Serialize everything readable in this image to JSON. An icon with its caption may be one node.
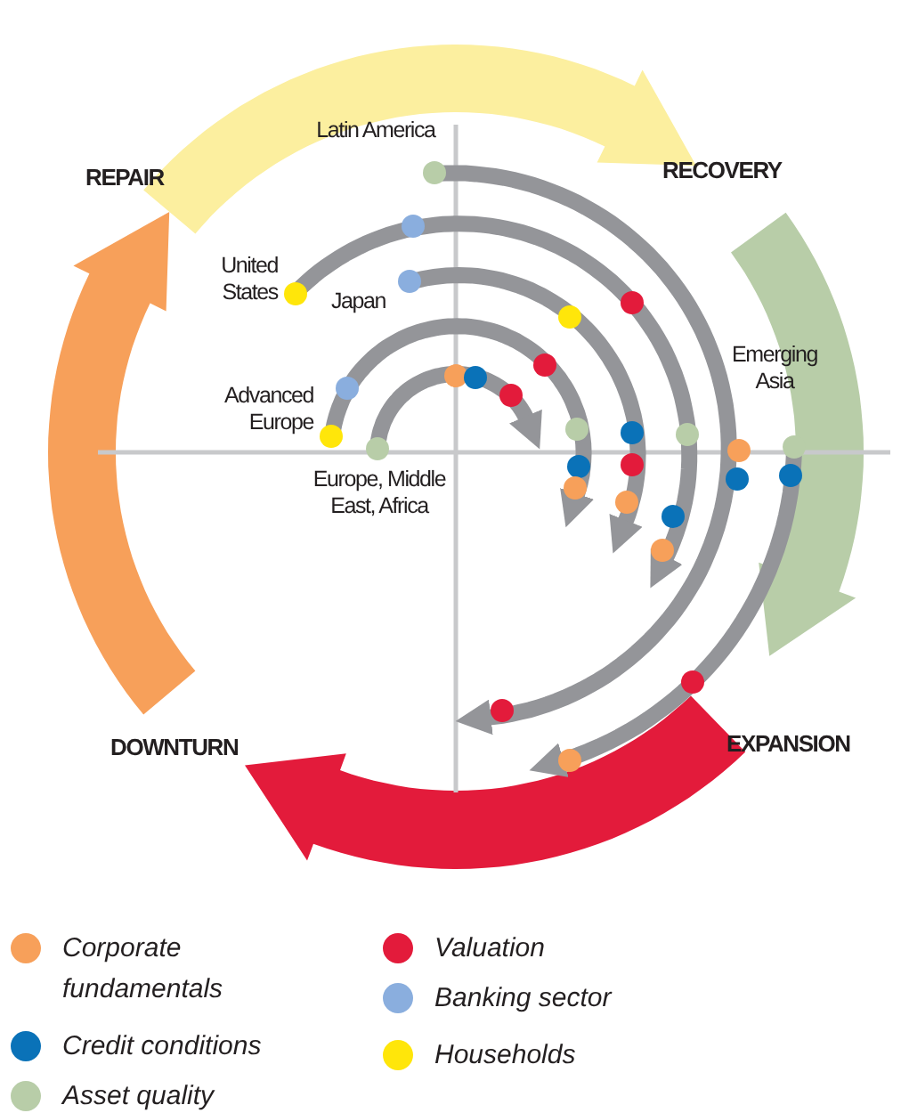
{
  "diagram": {
    "labels": [
      "Latin America",
      "REPAIR",
      "RECOVERY",
      "United States",
      "Japan",
      "Emerging Asia",
      "Advanced Europe",
      "Europe, Middle East, Africa",
      "EXPANSION",
      "DOWNTURN"
    ],
    "legend": [
      {
        "text": "Corporate fundamentals",
        "color": "#f7a05a"
      },
      {
        "text": "Valuation",
        "color": "#e31b3b"
      },
      {
        "text": "Credit conditions",
        "color": "#0a72b8"
      },
      {
        "text": "Banking sector",
        "color": "#8aaede"
      },
      {
        "text": "Asset quality",
        "color": "#b8cda8"
      },
      {
        "text": "Households",
        "color": "#ffe60a"
      }
    ]
  }
}
